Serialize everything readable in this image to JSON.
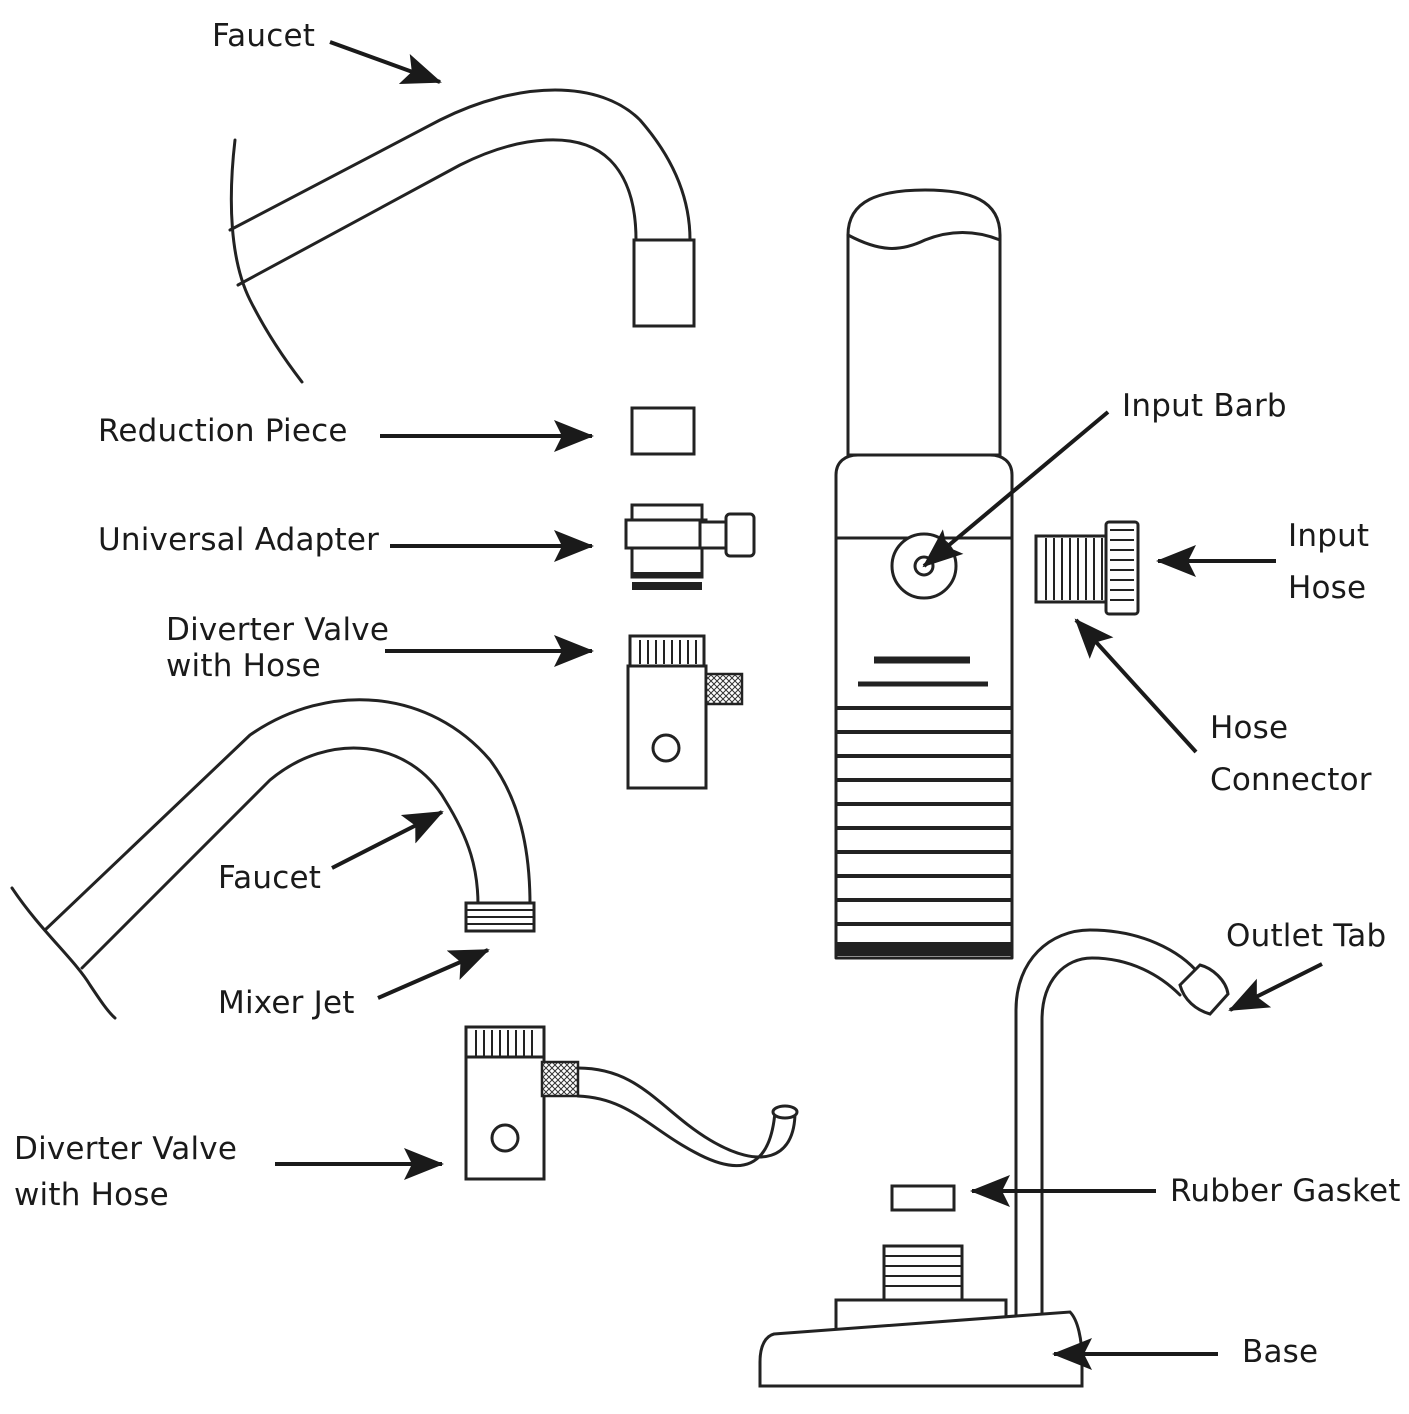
{
  "labels": {
    "faucet_top": "Faucet",
    "reduction_piece": "Reduction Piece",
    "universal_adapter": "Universal Adapter",
    "diverter_valve_top_line1": "Diverter Valve",
    "diverter_valve_top_line2": "with Hose",
    "faucet_bottom": "Faucet",
    "mixer_jet": "Mixer Jet",
    "diverter_valve_bottom_line1": "Diverter Valve",
    "diverter_valve_bottom_line2": "with Hose",
    "input_barb": "Input Barb",
    "input_hose_line1": "Input",
    "input_hose_line2": "Hose",
    "hose_connector_line1": "Hose",
    "hose_connector_line2": "Connector",
    "outlet_tab": "Outlet Tab",
    "rubber_gasket": "Rubber Gasket",
    "base": "Base"
  },
  "colors": {
    "line": "#222222",
    "background": "#ffffff"
  }
}
